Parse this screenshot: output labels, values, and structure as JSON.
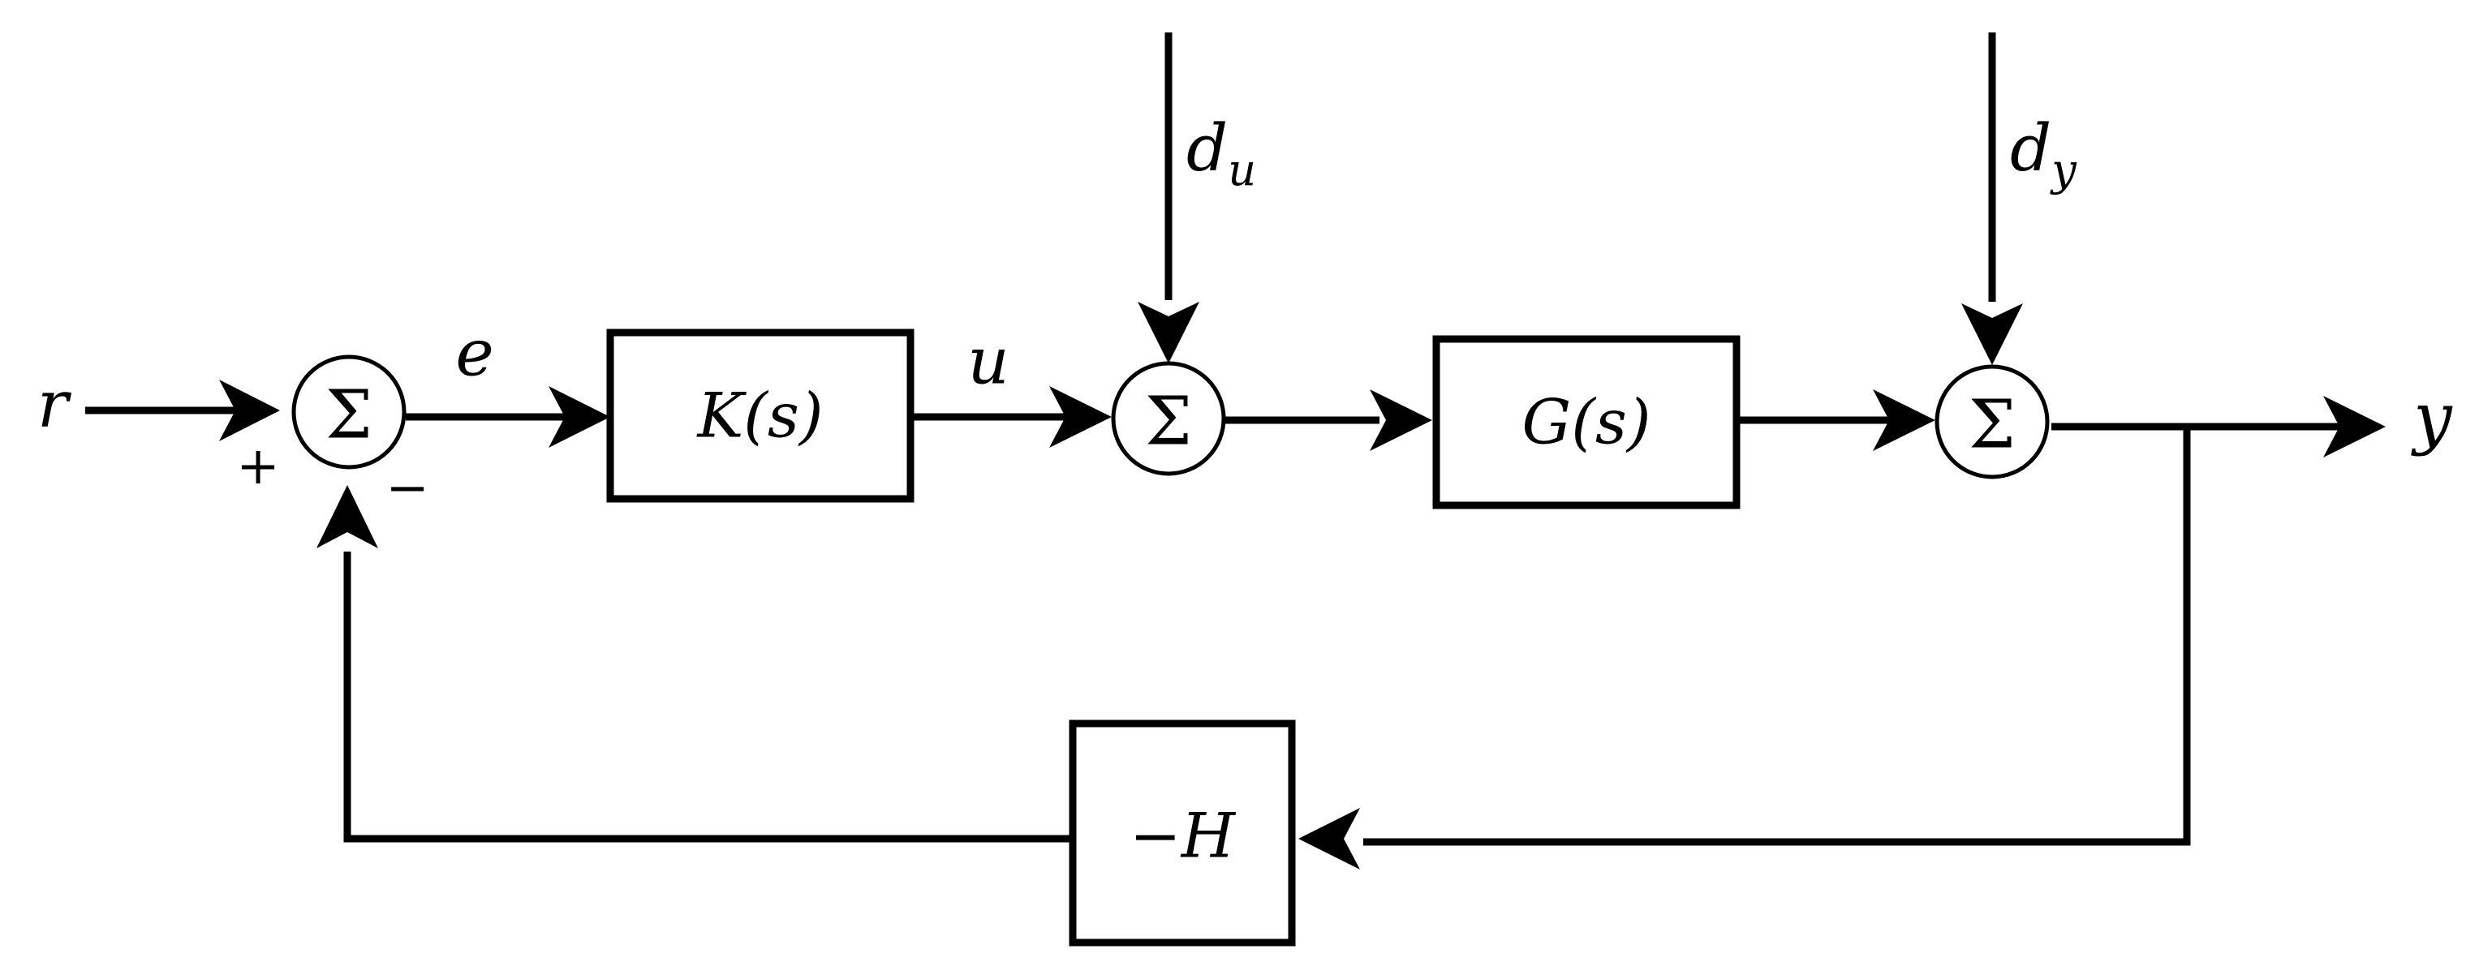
{
  "signals": {
    "reference": "r",
    "error": "e",
    "control": "u",
    "output": "y",
    "input_disturbance_base": "d",
    "input_disturbance_sub": "u",
    "output_disturbance_base": "d",
    "output_disturbance_sub": "y"
  },
  "blocks": {
    "controller": "K(s)",
    "plant": "G(s)",
    "feedback": "−H"
  },
  "summing_junctions": {
    "symbol": "Σ",
    "plus_sign": "+",
    "minus_sign": "−"
  }
}
